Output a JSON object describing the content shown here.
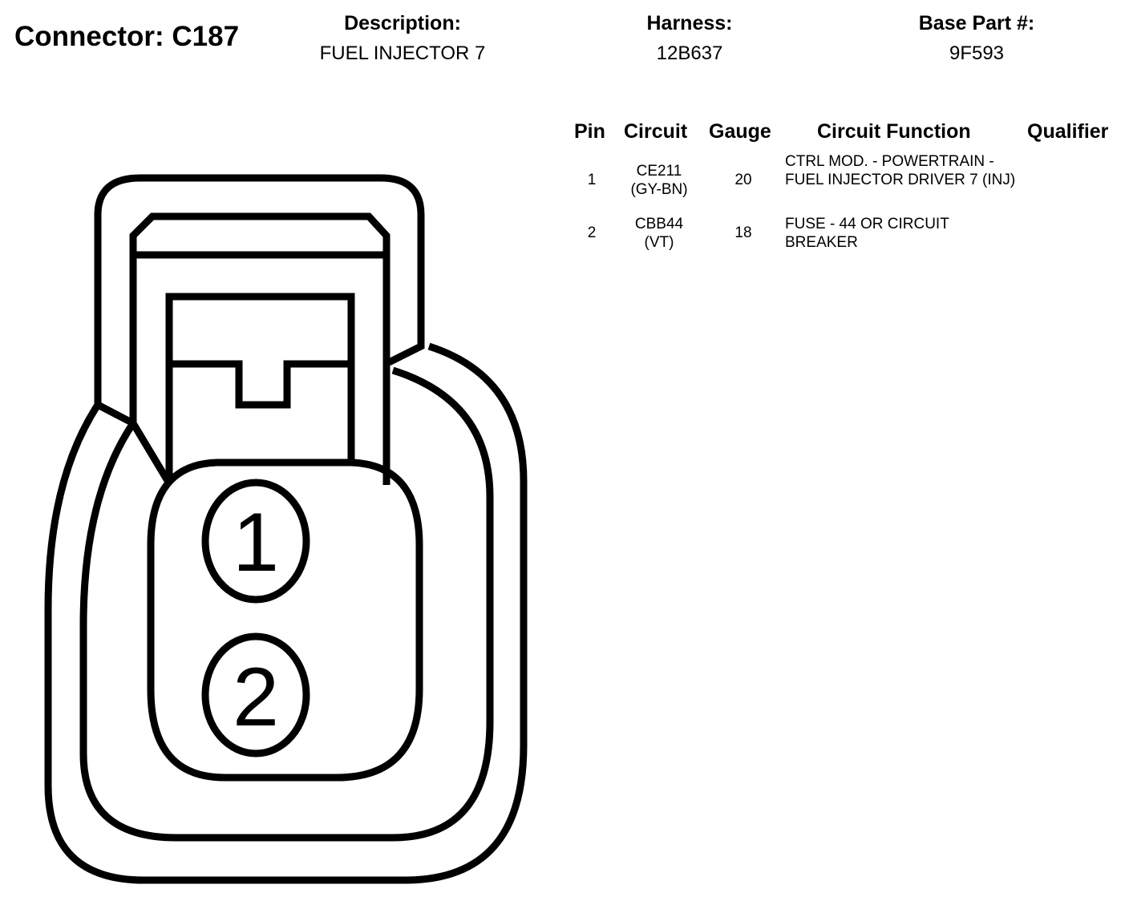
{
  "connector": {
    "title": "Connector: C187"
  },
  "header": {
    "description_label": "Description:",
    "description_value": "FUEL INJECTOR 7",
    "harness_label": "Harness:",
    "harness_value": "12B637",
    "base_part_label": "Base Part #:",
    "base_part_value": "9F593"
  },
  "table": {
    "columns": [
      "Pin",
      "Circuit",
      "Gauge",
      "Circuit Function",
      "Qualifier"
    ],
    "rows": [
      {
        "pin": "1",
        "circuit": "CE211",
        "color": "(GY-BN)",
        "gauge": "20",
        "function": "CTRL MOD. - POWERTRAIN - FUEL INJECTOR DRIVER 7 (INJ)",
        "qualifier": ""
      },
      {
        "pin": "2",
        "circuit": "CBB44",
        "color": "(VT)",
        "gauge": "18",
        "function": "FUSE - 44 OR CIRCUIT BREAKER",
        "qualifier": ""
      }
    ]
  },
  "diagram": {
    "pin_labels": [
      "1",
      "2"
    ]
  }
}
